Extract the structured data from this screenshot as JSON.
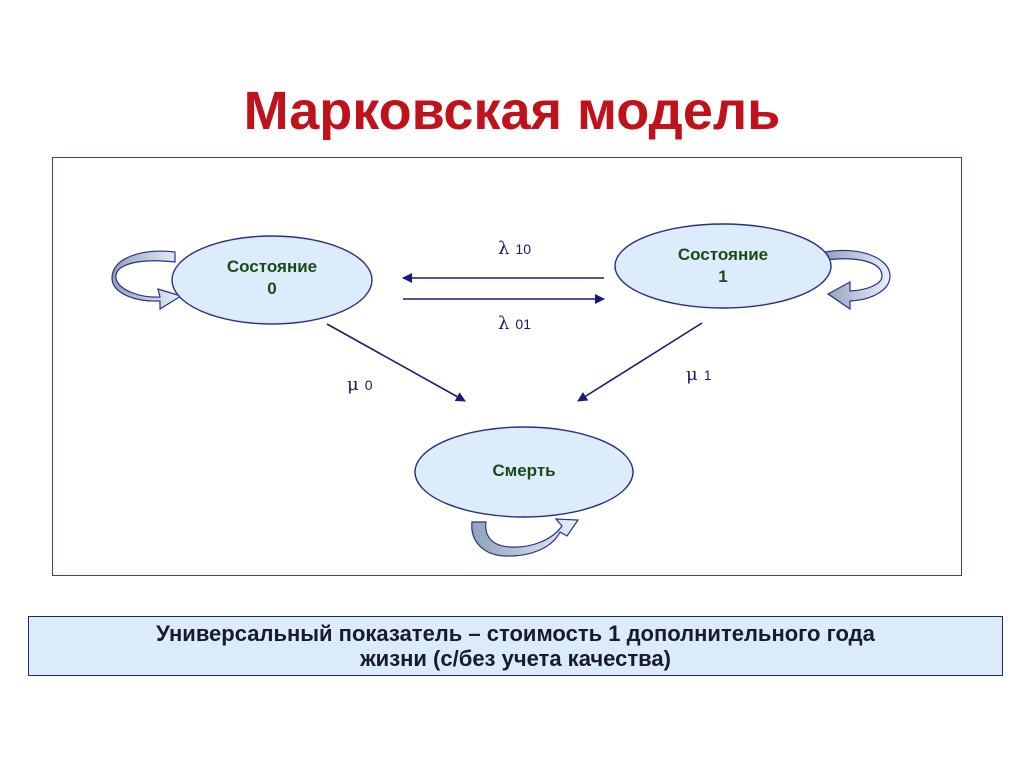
{
  "title": "Марковская модель",
  "nodes": {
    "state0": {
      "line1": "Состояние",
      "line2": "0"
    },
    "state1": {
      "line1": "Состояние",
      "line2": "1"
    },
    "death": {
      "label": "Смерть"
    }
  },
  "transitions": {
    "lambda10": {
      "symbol": "λ",
      "subscript": "10"
    },
    "lambda01": {
      "symbol": "λ",
      "subscript": "01"
    },
    "mu0": {
      "symbol": "μ",
      "subscript": "0"
    },
    "mu1": {
      "symbol": "μ",
      "subscript": "1"
    }
  },
  "footer": {
    "line1": "Универсальный показатель – стоимость 1 дополнительного года",
    "line2": "жизни (с/без учета качества)"
  },
  "colors": {
    "title": "#c0121b",
    "node_fill": "#dcecfa",
    "node_stroke": "#2a2f86",
    "arrow": "#1a1a7a",
    "loop_fill": "#c9dcef",
    "footer_fill": "#dcebfa"
  }
}
